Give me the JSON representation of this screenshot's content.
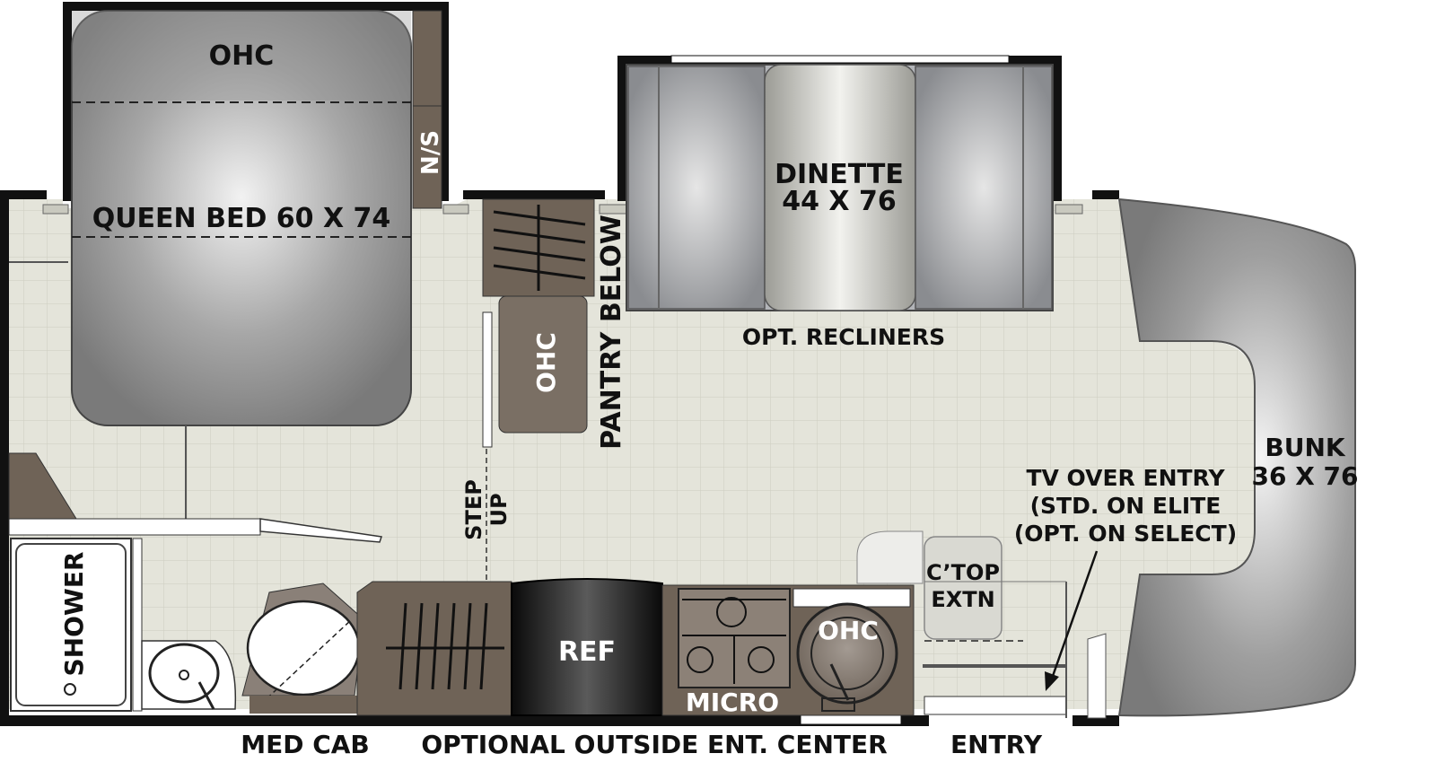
{
  "labels": {
    "ohc_bed": "OHC",
    "queen_bed": "QUEEN BED 60 X 74",
    "nightstand": "N/S",
    "dinette_line1": "DINETTE",
    "dinette_line2": "44 X 76",
    "ohc_mid": "OHC",
    "pantry_below": "PANTRY BELOW",
    "opt_recliners": "OPT. RECLINERS",
    "step": "STEP",
    "up": "UP",
    "bunk_line1": "BUNK",
    "bunk_line2": "36 X 76",
    "tv_line1": "TV OVER ENTRY",
    "tv_line2": "(STD. ON ELITE",
    "tv_line3": "(OPT. ON SELECT)",
    "ctop_line1": "C’TOP",
    "ctop_line2": "EXTN",
    "shower": "SHOWER",
    "ref": "REF",
    "ohc_kitchen": "OHC",
    "micro": "MICRO",
    "med_cab": "MED CAB",
    "outside_ent": "OPTIONAL OUTSIDE ENT. CENTER",
    "entry": "ENTRY"
  },
  "colors": {
    "floor": "#e4e4da",
    "grid": "#cfcfc2",
    "wall": "#111111",
    "bed": "#8c8c8c",
    "cabinet": "#6f6357",
    "seat": "#8d8f94",
    "table": "#d9d9d2",
    "fridge": "#1a1a1a"
  }
}
